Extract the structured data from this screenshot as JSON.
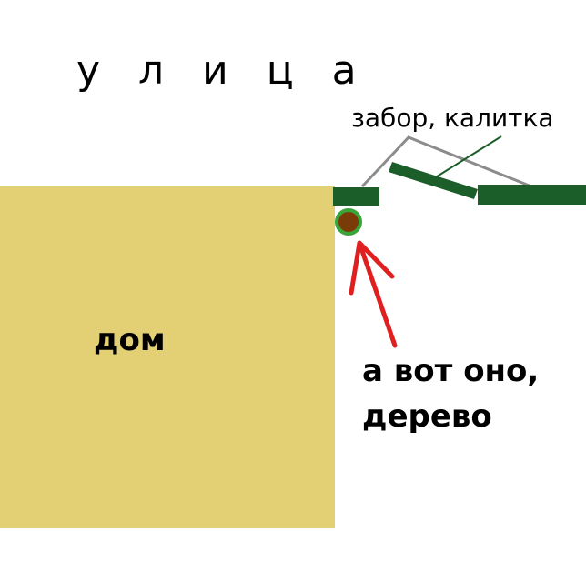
{
  "labels": {
    "street": "у л и ц а",
    "fence_gate": "забор, калитка",
    "house": "дом",
    "tree_line1": "а вот оно,",
    "tree_line2": "дерево"
  },
  "colors": {
    "house_fill": "#e3cf74",
    "fence": "#1b5e2a",
    "pointer_lines": "#8c8c8c",
    "tree_trunk": "#7a3b08",
    "tree_ring": "#3aa63a",
    "arrow": "#e02020"
  }
}
